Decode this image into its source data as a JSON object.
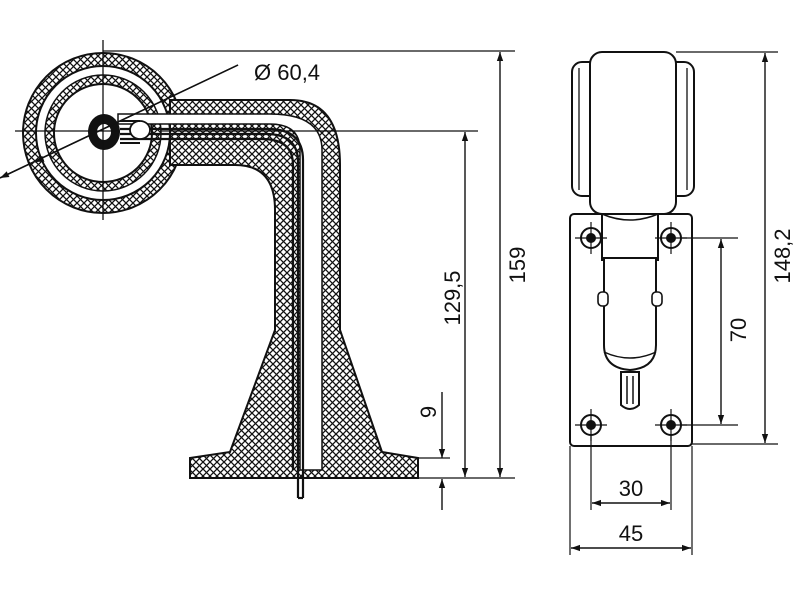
{
  "dimensions": {
    "lens_diameter": "Ø 60,4",
    "arm_height": "129,5",
    "total_height": "159",
    "base_thickness": "9",
    "side_height": "148,2",
    "hole_spacing_vertical": "70",
    "hole_spacing_horizontal": "30",
    "plate_width": "45"
  }
}
